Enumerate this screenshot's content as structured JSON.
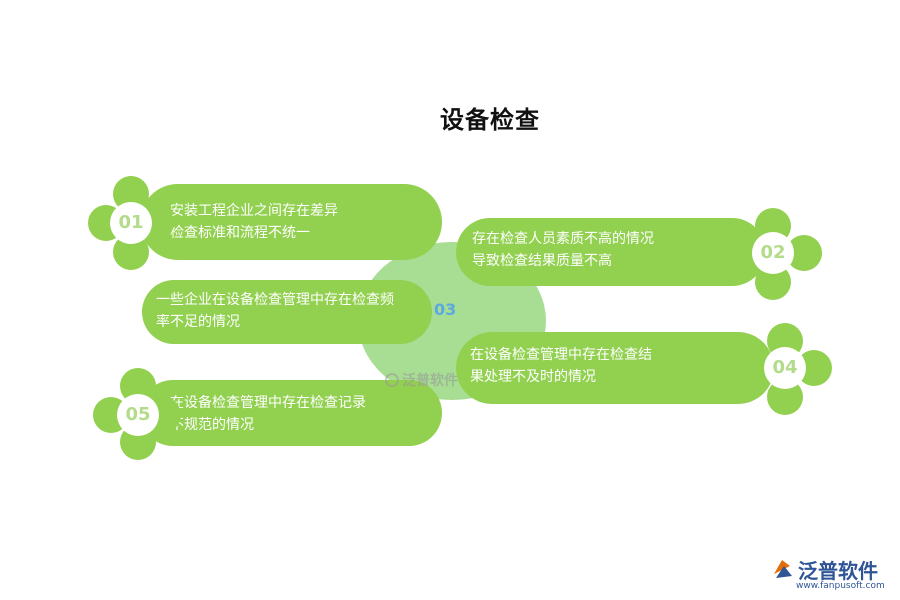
{
  "title": "设备检查",
  "center": {
    "number": "03"
  },
  "items": [
    {
      "number": "01",
      "line1": "安装工程企业之间存在差异",
      "line2": "检查标准和流程不统一"
    },
    {
      "number": "02",
      "line1": "存在检查人员素质不高的情况",
      "line2": "导致检查结果质量不高"
    },
    {
      "number": "03",
      "line1": "一些企业在设备检查管理中存在检查频",
      "line2": "率不足的情况"
    },
    {
      "number": "04",
      "line1": "在设备检查管理中存在检查结",
      "line2": "果处理不及时的情况"
    },
    {
      "number": "05",
      "line1": "在设备检查管理中存在检查记录",
      "line2": "不规范的情况"
    }
  ],
  "watermark": "泛普软件",
  "logo": {
    "name": "泛普软件",
    "url": "www.fanpusoft.com"
  },
  "colors": {
    "pill": "#92d050",
    "center": "#a8de94",
    "number": "#b3dc8a",
    "center_number": "#5aa9df"
  }
}
